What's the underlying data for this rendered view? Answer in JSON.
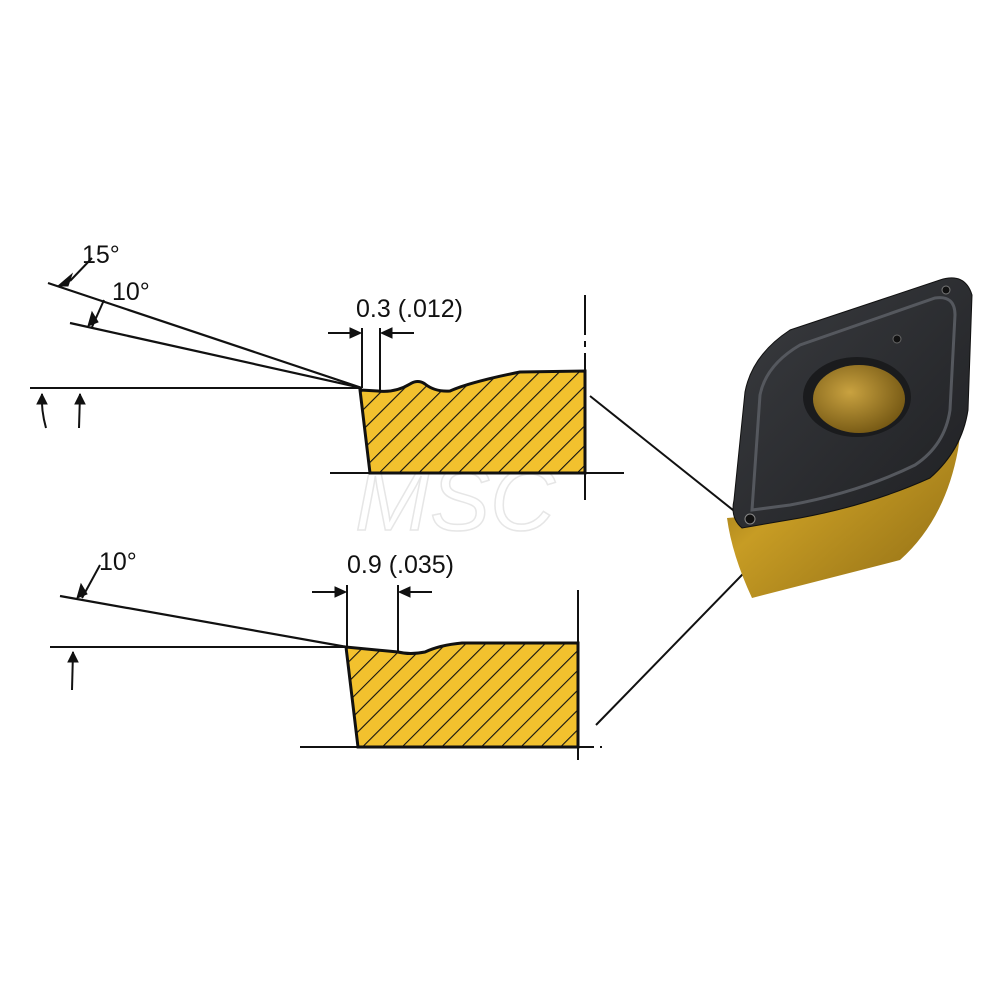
{
  "watermark": "MSC",
  "top_detail": {
    "angle_outer": "15°",
    "angle_inner": "10°",
    "land_width": "0.3 (.012)"
  },
  "bottom_detail": {
    "angle": "10°",
    "land_width": "0.9 (.035)"
  },
  "colors": {
    "section_fill": "#f2c12e",
    "insert_top": "#2e3033",
    "insert_body": "#b08a1c",
    "line": "#111111"
  },
  "icons": {
    "insert": "diamond-turning-insert"
  }
}
